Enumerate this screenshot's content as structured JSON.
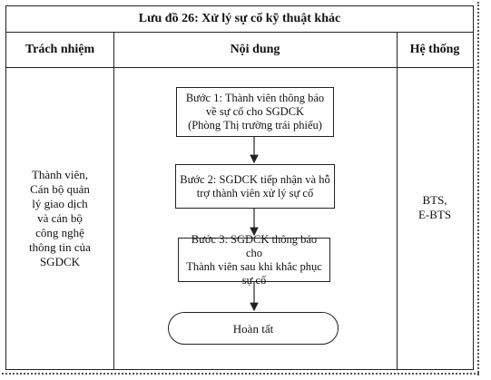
{
  "title": "Lưu đồ 26: Xử lý sự cố kỹ thuật khác",
  "headers": {
    "responsibility": "Trách nhiệm",
    "content": "Nội dung",
    "system": "Hệ thống"
  },
  "responsibility_text": "Thành viên,\nCán bộ quản\nlý giao dịch\nvà cán bộ\ncông nghệ\nthông tin của\nSGDCK",
  "system_text": "BTS,\nE-BTS",
  "steps": [
    "Bước 1: Thành viên thông báo\nvề sự cố cho SGDCK\n(Phòng Thị trường trái phiếu)",
    "Bước 2: SGDCK tiếp nhận và hỗ\ntrợ thành viên xử lý sự cố",
    "Bước 3: SGDCK thông báo cho\nThành viên sau khi khắc phục\nsự cố"
  ],
  "end_label": "Hoàn tất"
}
